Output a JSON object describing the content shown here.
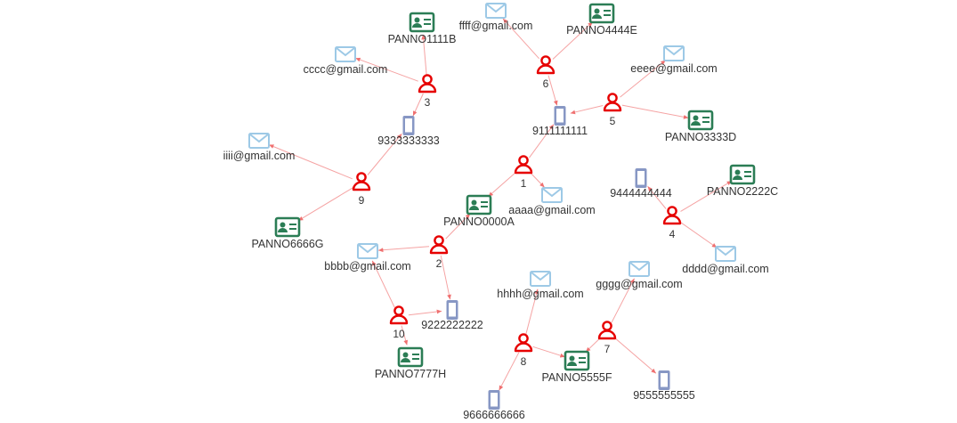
{
  "colors": {
    "edge": "#f5a3a3",
    "person": "#e60000",
    "email": "#9dc9e6",
    "pan": "#2b7d55",
    "phone": "#8797c4"
  },
  "graph": {
    "nodes": [
      {
        "id": "p1",
        "kind": "person",
        "icon": "person-icon",
        "label": "1"
      },
      {
        "id": "p2",
        "kind": "person",
        "icon": "person-icon",
        "label": "2"
      },
      {
        "id": "p3",
        "kind": "person",
        "icon": "person-icon",
        "label": "3"
      },
      {
        "id": "p4",
        "kind": "person",
        "icon": "person-icon",
        "label": "4"
      },
      {
        "id": "p5",
        "kind": "person",
        "icon": "person-icon",
        "label": "5"
      },
      {
        "id": "p6",
        "kind": "person",
        "icon": "person-icon",
        "label": "6"
      },
      {
        "id": "p7",
        "kind": "person",
        "icon": "person-icon",
        "label": "7"
      },
      {
        "id": "p8",
        "kind": "person",
        "icon": "person-icon",
        "label": "8"
      },
      {
        "id": "p9",
        "kind": "person",
        "icon": "person-icon",
        "label": "9"
      },
      {
        "id": "p10",
        "kind": "person",
        "icon": "person-icon",
        "label": "10"
      },
      {
        "id": "e_a",
        "kind": "email",
        "icon": "email-icon",
        "label": "aaaa@gmail.com"
      },
      {
        "id": "e_b",
        "kind": "email",
        "icon": "email-icon",
        "label": "bbbb@gmail.com"
      },
      {
        "id": "e_c",
        "kind": "email",
        "icon": "email-icon",
        "label": "cccc@gmail.com"
      },
      {
        "id": "e_d",
        "kind": "email",
        "icon": "email-icon",
        "label": "dddd@gmail.com"
      },
      {
        "id": "e_e",
        "kind": "email",
        "icon": "email-icon",
        "label": "eeee@gmail.com"
      },
      {
        "id": "e_f",
        "kind": "email",
        "icon": "email-icon",
        "label": "ffff@gmail.com"
      },
      {
        "id": "e_g",
        "kind": "email",
        "icon": "email-icon",
        "label": "gggg@gmail.com"
      },
      {
        "id": "e_h",
        "kind": "email",
        "icon": "email-icon",
        "label": "hhhh@gmail.com"
      },
      {
        "id": "e_i",
        "kind": "email",
        "icon": "email-icon",
        "label": "iiii@gmail.com"
      },
      {
        "id": "c_A",
        "kind": "pan",
        "icon": "id-card-icon",
        "label": "PANNO0000A"
      },
      {
        "id": "c_B",
        "kind": "pan",
        "icon": "id-card-icon",
        "label": "PANNO1111B"
      },
      {
        "id": "c_C",
        "kind": "pan",
        "icon": "id-card-icon",
        "label": "PANNO2222C"
      },
      {
        "id": "c_D",
        "kind": "pan",
        "icon": "id-card-icon",
        "label": "PANNO3333D"
      },
      {
        "id": "c_E",
        "kind": "pan",
        "icon": "id-card-icon",
        "label": "PANNO4444E"
      },
      {
        "id": "c_F",
        "kind": "pan",
        "icon": "id-card-icon",
        "label": "PANNO5555F"
      },
      {
        "id": "c_G",
        "kind": "pan",
        "icon": "id-card-icon",
        "label": "PANNO6666G"
      },
      {
        "id": "c_H",
        "kind": "pan",
        "icon": "id-card-icon",
        "label": "PANNO7777H"
      },
      {
        "id": "m_1",
        "kind": "phone",
        "icon": "phone-icon",
        "label": "9111111111"
      },
      {
        "id": "m_2",
        "kind": "phone",
        "icon": "phone-icon",
        "label": "9222222222"
      },
      {
        "id": "m_3",
        "kind": "phone",
        "icon": "phone-icon",
        "label": "9333333333"
      },
      {
        "id": "m_4",
        "kind": "phone",
        "icon": "phone-icon",
        "label": "9444444444"
      },
      {
        "id": "m_5",
        "kind": "phone",
        "icon": "phone-icon",
        "label": "9555555555"
      },
      {
        "id": "m_6",
        "kind": "phone",
        "icon": "phone-icon",
        "label": "9666666666"
      }
    ],
    "edges": [
      {
        "from": "p1",
        "to": "m_1"
      },
      {
        "from": "p1",
        "to": "c_A"
      },
      {
        "from": "p1",
        "to": "e_a"
      },
      {
        "from": "p2",
        "to": "c_A"
      },
      {
        "from": "p2",
        "to": "e_b"
      },
      {
        "from": "p2",
        "to": "m_2"
      },
      {
        "from": "p3",
        "to": "c_B"
      },
      {
        "from": "p3",
        "to": "e_c"
      },
      {
        "from": "p3",
        "to": "m_3"
      },
      {
        "from": "p4",
        "to": "m_4"
      },
      {
        "from": "p4",
        "to": "c_C"
      },
      {
        "from": "p4",
        "to": "e_d"
      },
      {
        "from": "p5",
        "to": "e_e"
      },
      {
        "from": "p5",
        "to": "m_1"
      },
      {
        "from": "p5",
        "to": "c_D"
      },
      {
        "from": "p6",
        "to": "e_f"
      },
      {
        "from": "p6",
        "to": "c_E"
      },
      {
        "from": "p6",
        "to": "m_1"
      },
      {
        "from": "p7",
        "to": "e_g"
      },
      {
        "from": "p7",
        "to": "c_F"
      },
      {
        "from": "p7",
        "to": "m_5"
      },
      {
        "from": "p8",
        "to": "e_h"
      },
      {
        "from": "p8",
        "to": "c_F"
      },
      {
        "from": "p8",
        "to": "m_6"
      },
      {
        "from": "p9",
        "to": "m_3"
      },
      {
        "from": "p9",
        "to": "e_i"
      },
      {
        "from": "p9",
        "to": "c_G"
      },
      {
        "from": "p10",
        "to": "e_b"
      },
      {
        "from": "p10",
        "to": "m_2"
      },
      {
        "from": "p10",
        "to": "c_H"
      }
    ]
  }
}
